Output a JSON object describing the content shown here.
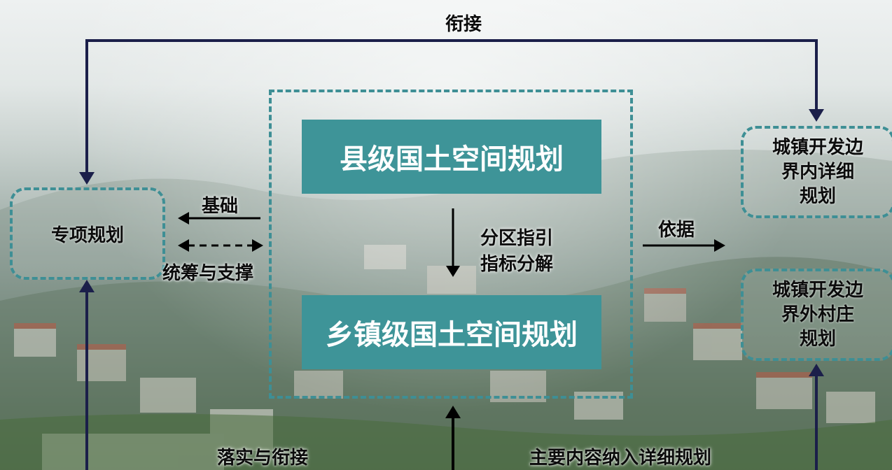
{
  "title_top": "衔接",
  "nodes": {
    "county_plan": "县级国土空间规划",
    "township_plan": "乡镇级国土空间规划",
    "special_plan": "专项规划",
    "urban_inner_plan": "城镇开发边界内详细规划",
    "urban_outer_plan": "城镇开发边界外村庄规划"
  },
  "node_lines": {
    "urban_inner": [
      "城镇开发边",
      "界内详细",
      "规划"
    ],
    "urban_outer": [
      "城镇开发边",
      "界外村庄",
      "规划"
    ]
  },
  "edge_labels": {
    "basis": "基础",
    "coordination_support": "统筹与支撑",
    "zoning_guidance": "分区指引",
    "indicator_decomposition": "指标分解",
    "according_to": "依据",
    "implementation_connection": "落实与衔接",
    "main_content_into_detail": "主要内容纳入详细规划"
  },
  "colors": {
    "teal_fill": "#3e9498",
    "teal_dash": "#3e8f95",
    "arrow_dark": "#1b1f4a",
    "arrow_black": "#000000"
  }
}
